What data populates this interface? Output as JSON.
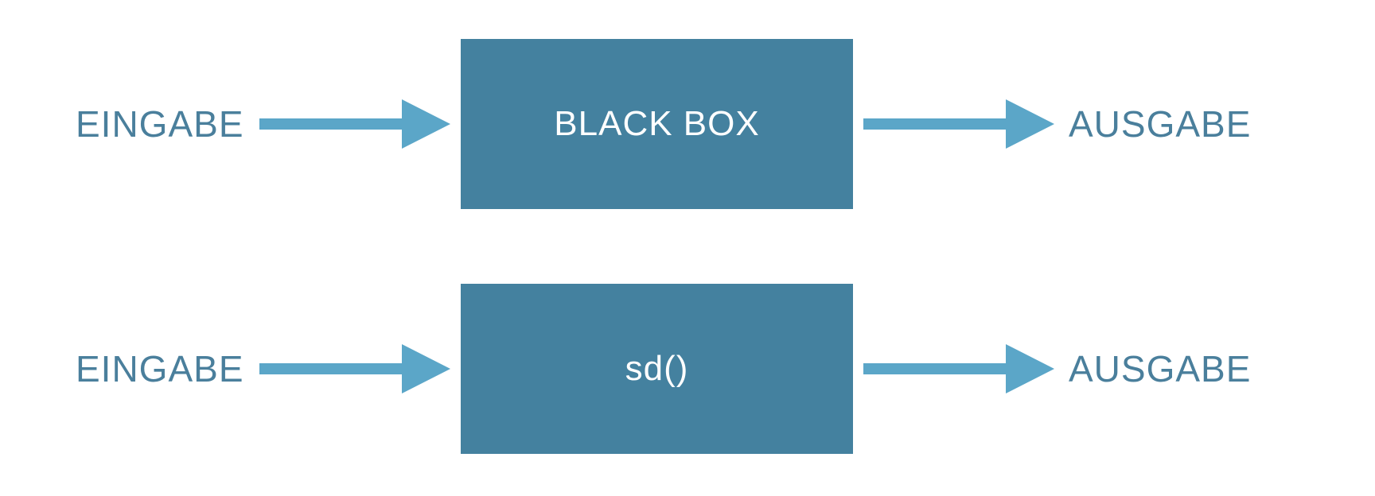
{
  "diagram": {
    "rows": [
      {
        "input_label": "EINGABE",
        "box_label": "BLACK BOX",
        "output_label": "AUSGABE"
      },
      {
        "input_label": "EINGABE",
        "box_label": "sd()",
        "output_label": "AUSGABE"
      }
    ],
    "colors": {
      "box": "#44819f",
      "arrow": "#5ba6c8",
      "label": "#4a7f9c",
      "box_text": "#ffffff"
    }
  }
}
